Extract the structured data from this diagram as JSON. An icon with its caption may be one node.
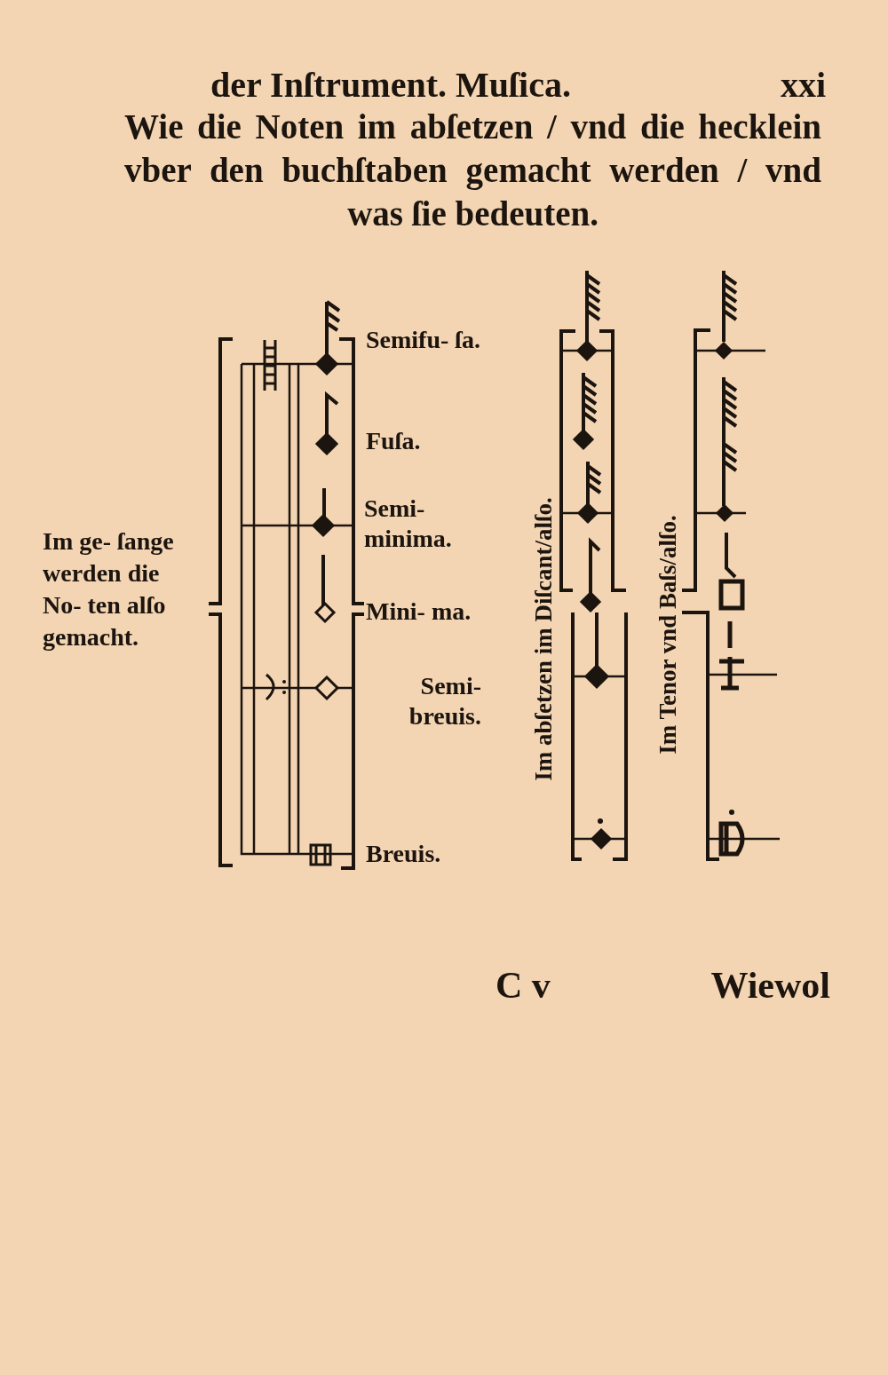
{
  "diagram": {
    "title": "Wie die Noten im abſetzen / vnd die hecklein vber den buchſtaben gemacht werden / vnd was ſie bedeuten.",
    "labels": [
      "der Inſtrument. Muſica.",
      "xxi",
      "Im ge- ſange werden die No- ten alſo gemacht.",
      "Semifu- ſa.",
      "Fuſa.",
      "Semi- minima.",
      "Mini- ma.",
      "Semi- breuis.",
      "Breuis.",
      "Im abſetzen im Diſcant/alſo.",
      "Im Tenor vnd Baſs/alſo.",
      "C v",
      "Wiewol"
    ]
  }
}
